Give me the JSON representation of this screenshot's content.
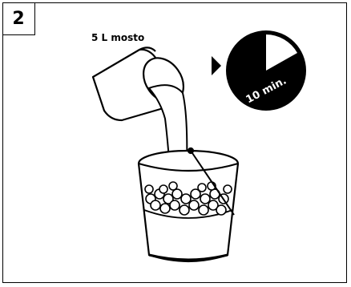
{
  "step_number": "2",
  "ingredient_label": "5 L mosto",
  "timer_label": "10 min.",
  "colors": {
    "ink": "#000000",
    "paper": "#ffffff",
    "liquid_fill": "#f2f2f2"
  },
  "icons": {
    "pour": "pitcher-pouring-icon",
    "arrow": "arrow-right-icon",
    "timer": "timer-clock-icon",
    "vessel": "bucket-with-grapes-icon"
  }
}
